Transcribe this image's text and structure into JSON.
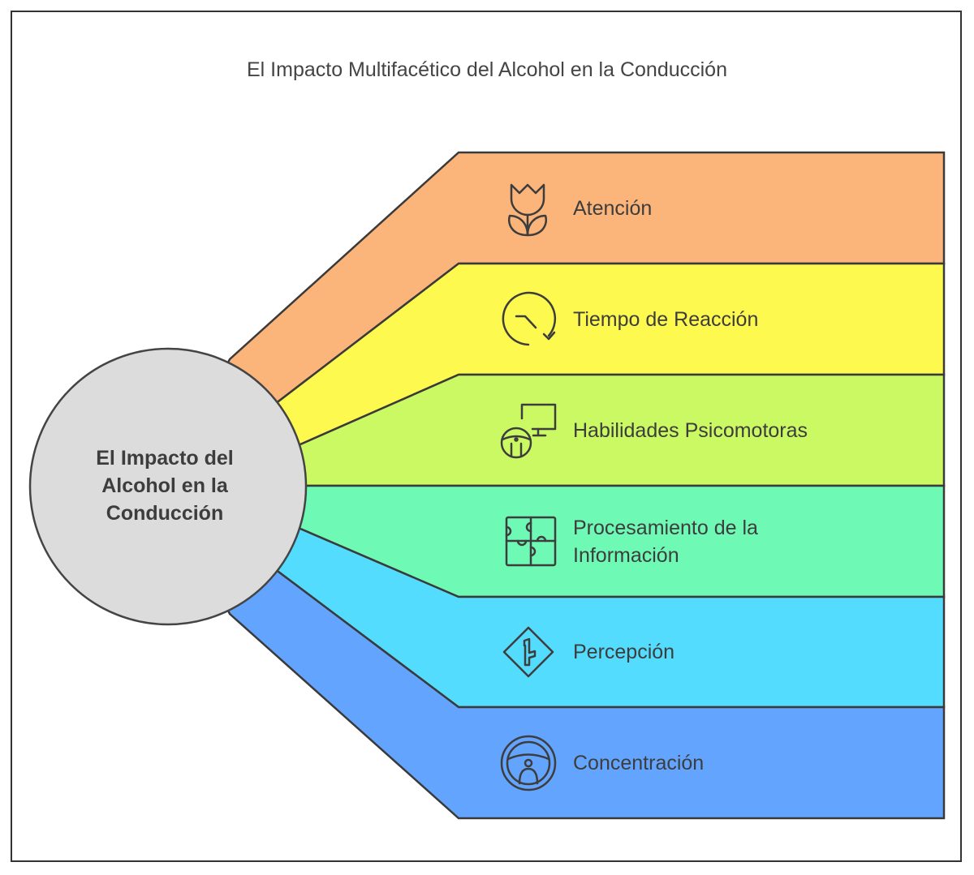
{
  "title": "El Impacto Multifacético del Alcohol en la Conducción",
  "center_label": "El Impacto del Alcohol en la Conducción",
  "items": [
    {
      "label": "Atención",
      "icon": "tulip-icon",
      "color": "#fbb57a"
    },
    {
      "label": "Tiempo de Reacción",
      "icon": "clock-rotate-icon",
      "color": "#fdf94e"
    },
    {
      "label": "Habilidades Psicomotoras",
      "icon": "steering-monitor-icon",
      "color": "#cbf963"
    },
    {
      "label": "Procesamiento de la Información",
      "icon": "puzzle-icon",
      "color": "#6ef9b4"
    },
    {
      "label": "Percepción",
      "icon": "road-sign-icon",
      "color": "#54dcfe"
    },
    {
      "label": "Concentración",
      "icon": "steering-wheel-icon",
      "color": "#63a5fe"
    }
  ]
}
